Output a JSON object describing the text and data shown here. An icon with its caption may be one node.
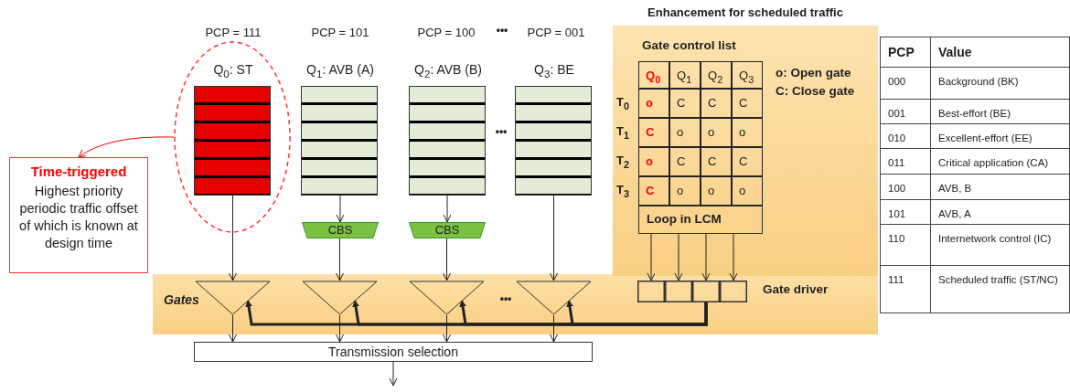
{
  "diagram": {
    "nodes": [
      {
        "text": [],
        "shape": "ellipse"
      },
      {
        "text": [
          "Q$_{0}$: ST"
        ],
        "in": 0
      },
      {
        "text": [
          "Q$_{1}$: AVB (A)"
        ]
      },
      {
        "text": [
          "Q$_{2}$: AVB (B)"
        ]
      },
      {
        "text": [
          "Q$_{3}$: BE"
        ]
      },
      {
        "text": [
          "CBS"
        ]
      },
      {
        "text": [
          "CBS"
        ]
      },
      {
        "text": [
          "Time-triggered",
          "Highest priority periodic traffic offset of which is known at design time"
        ]
      },
      {
        "text": [
          "Gates"
        ]
      },
      {
        "text": [],
        "shape": "triangle",
        "in": 8
      },
      {
        "text": [],
        "shape": "triangle",
        "in": 8
      },
      {
        "text": [],
        "shape": "triangle",
        "in": 8
      },
      {
        "text": [],
        "shape": "triangle",
        "in": 8
      },
      {
        "text": [
          "Transmission selection"
        ]
      },
      {
        "text": [
          "Enhancement for scheduled traffic"
        ]
      },
      {
        "text": [
          "Gate control list"
        ],
        "in": 14
      },
      {
        "text": [
          "Loop in LCM"
        ],
        "in": 15
      },
      {
        "text": [],
        "shape": "box",
        "in": 8
      },
      {
        "text": [],
        "shape": "box",
        "in": 8
      },
      {
        "text": [],
        "shape": "box",
        "in": 8
      },
      {
        "text": [],
        "shape": "box",
        "in": 8
      }
    ],
    "edges": [
      {
        "from": 1,
        "to": 9,
        "arrow": "to"
      },
      {
        "from": 2,
        "to": 5,
        "arrow": "to"
      },
      {
        "from": 5,
        "to": 10,
        "arrow": "to"
      },
      {
        "from": 3,
        "to": 6,
        "arrow": "to"
      },
      {
        "from": 6,
        "to": 11,
        "arrow": "to"
      },
      {
        "from": 4,
        "to": 12,
        "arrow": "to"
      },
      {
        "from": 9,
        "to": 13,
        "arrow": "to"
      },
      {
        "from": 10,
        "to": 13,
        "arrow": "to"
      },
      {
        "from": 11,
        "to": 13,
        "arrow": "to"
      },
      {
        "from": 12,
        "to": 13,
        "arrow": "to"
      },
      {
        "from": 13,
        "to": null,
        "arrow": "to"
      },
      {
        "from": 0,
        "to": 7,
        "arrow": "to",
        "color": "#ff0000"
      },
      {
        "from": 16,
        "to": 17,
        "arrow": "to"
      },
      {
        "from": 16,
        "to": 18,
        "arrow": "to"
      },
      {
        "from": 16,
        "to": 19,
        "arrow": "to"
      },
      {
        "from": 16,
        "to": 20,
        "arrow": "to"
      },
      {
        "from": 19,
        "to": 9,
        "arrow": "to",
        "style": "thick"
      },
      {
        "from": 19,
        "to": 10,
        "arrow": "to",
        "style": "thick"
      },
      {
        "from": 19,
        "to": 11,
        "arrow": "to",
        "style": "thick"
      },
      {
        "from": 19,
        "to": 12,
        "arrow": "to",
        "style": "thick"
      }
    ],
    "labels": [
      "PCP = 111",
      "PCP = 101",
      "PCP = 100",
      "•••",
      "PCP = 001",
      "•••",
      "•••",
      "Gate driver",
      "Q$_{0}$",
      "Q$_{1}$",
      "Q$_{2}$",
      "Q$_{3}$",
      "T$_{0}$",
      "o",
      "C",
      "C",
      "C",
      "T$_{1}$",
      "C",
      "o",
      "o",
      "o",
      "T$_{2}$",
      "o",
      "C",
      "C",
      "C",
      "T$_{3}$",
      "C",
      "o",
      "o",
      "o",
      "o: Open gate",
      "C: Close gate",
      "PCP",
      "Value",
      "000",
      "Background (BK)",
      "001",
      "Best-effort (BE)",
      "010",
      "Excellent-effort (EE)",
      "011",
      "Critical application (CA)",
      "100",
      "AVB, B",
      "101",
      "AVB, A",
      "110",
      "Internetwork control (IC)",
      "111",
      "Scheduled traffic (ST/NC)"
    ]
  }
}
